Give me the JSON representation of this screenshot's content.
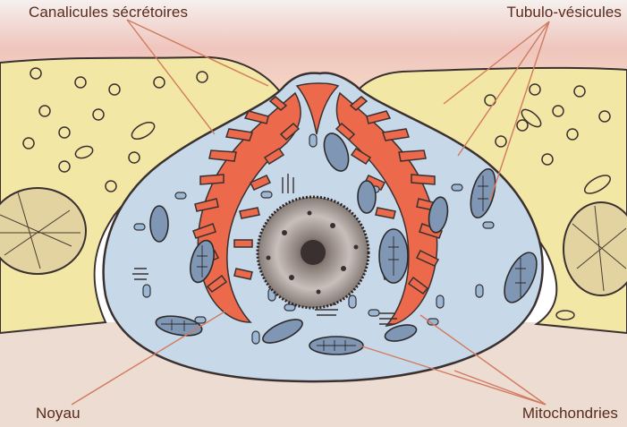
{
  "labels": {
    "canalicules": "Canalicules sécrétoires",
    "tubulo": "Tubulo-vésicules",
    "noyau": "Noyau",
    "mitochondries": "Mitochondries"
  },
  "colors": {
    "neighbor_cell": "#f3e8a6",
    "cell_cytoplasm": "#c7d8e8",
    "canaliculi": "#ec6a4b",
    "lumen": "#f1c4bd",
    "bottom_tissue": "#eddcd2",
    "leader_line": "#d27a5e",
    "outline": "#3a3030"
  }
}
